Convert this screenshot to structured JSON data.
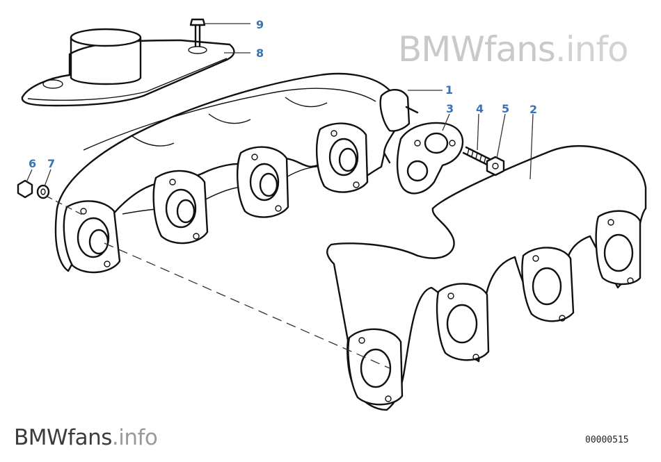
{
  "watermark_top": {
    "brand": "BMWfans",
    "suffix": ".info"
  },
  "watermark_bottom": {
    "brand": "BMWfans",
    "suffix": ".info"
  },
  "diagram_code": "00000515",
  "callouts": {
    "c1": "1",
    "c2": "2",
    "c3": "3",
    "c4": "4",
    "c5": "5",
    "c6": "6",
    "c7": "7",
    "c8": "8",
    "c9": "9"
  },
  "colors": {
    "callout": "#3a73b4",
    "line": "#111111"
  }
}
